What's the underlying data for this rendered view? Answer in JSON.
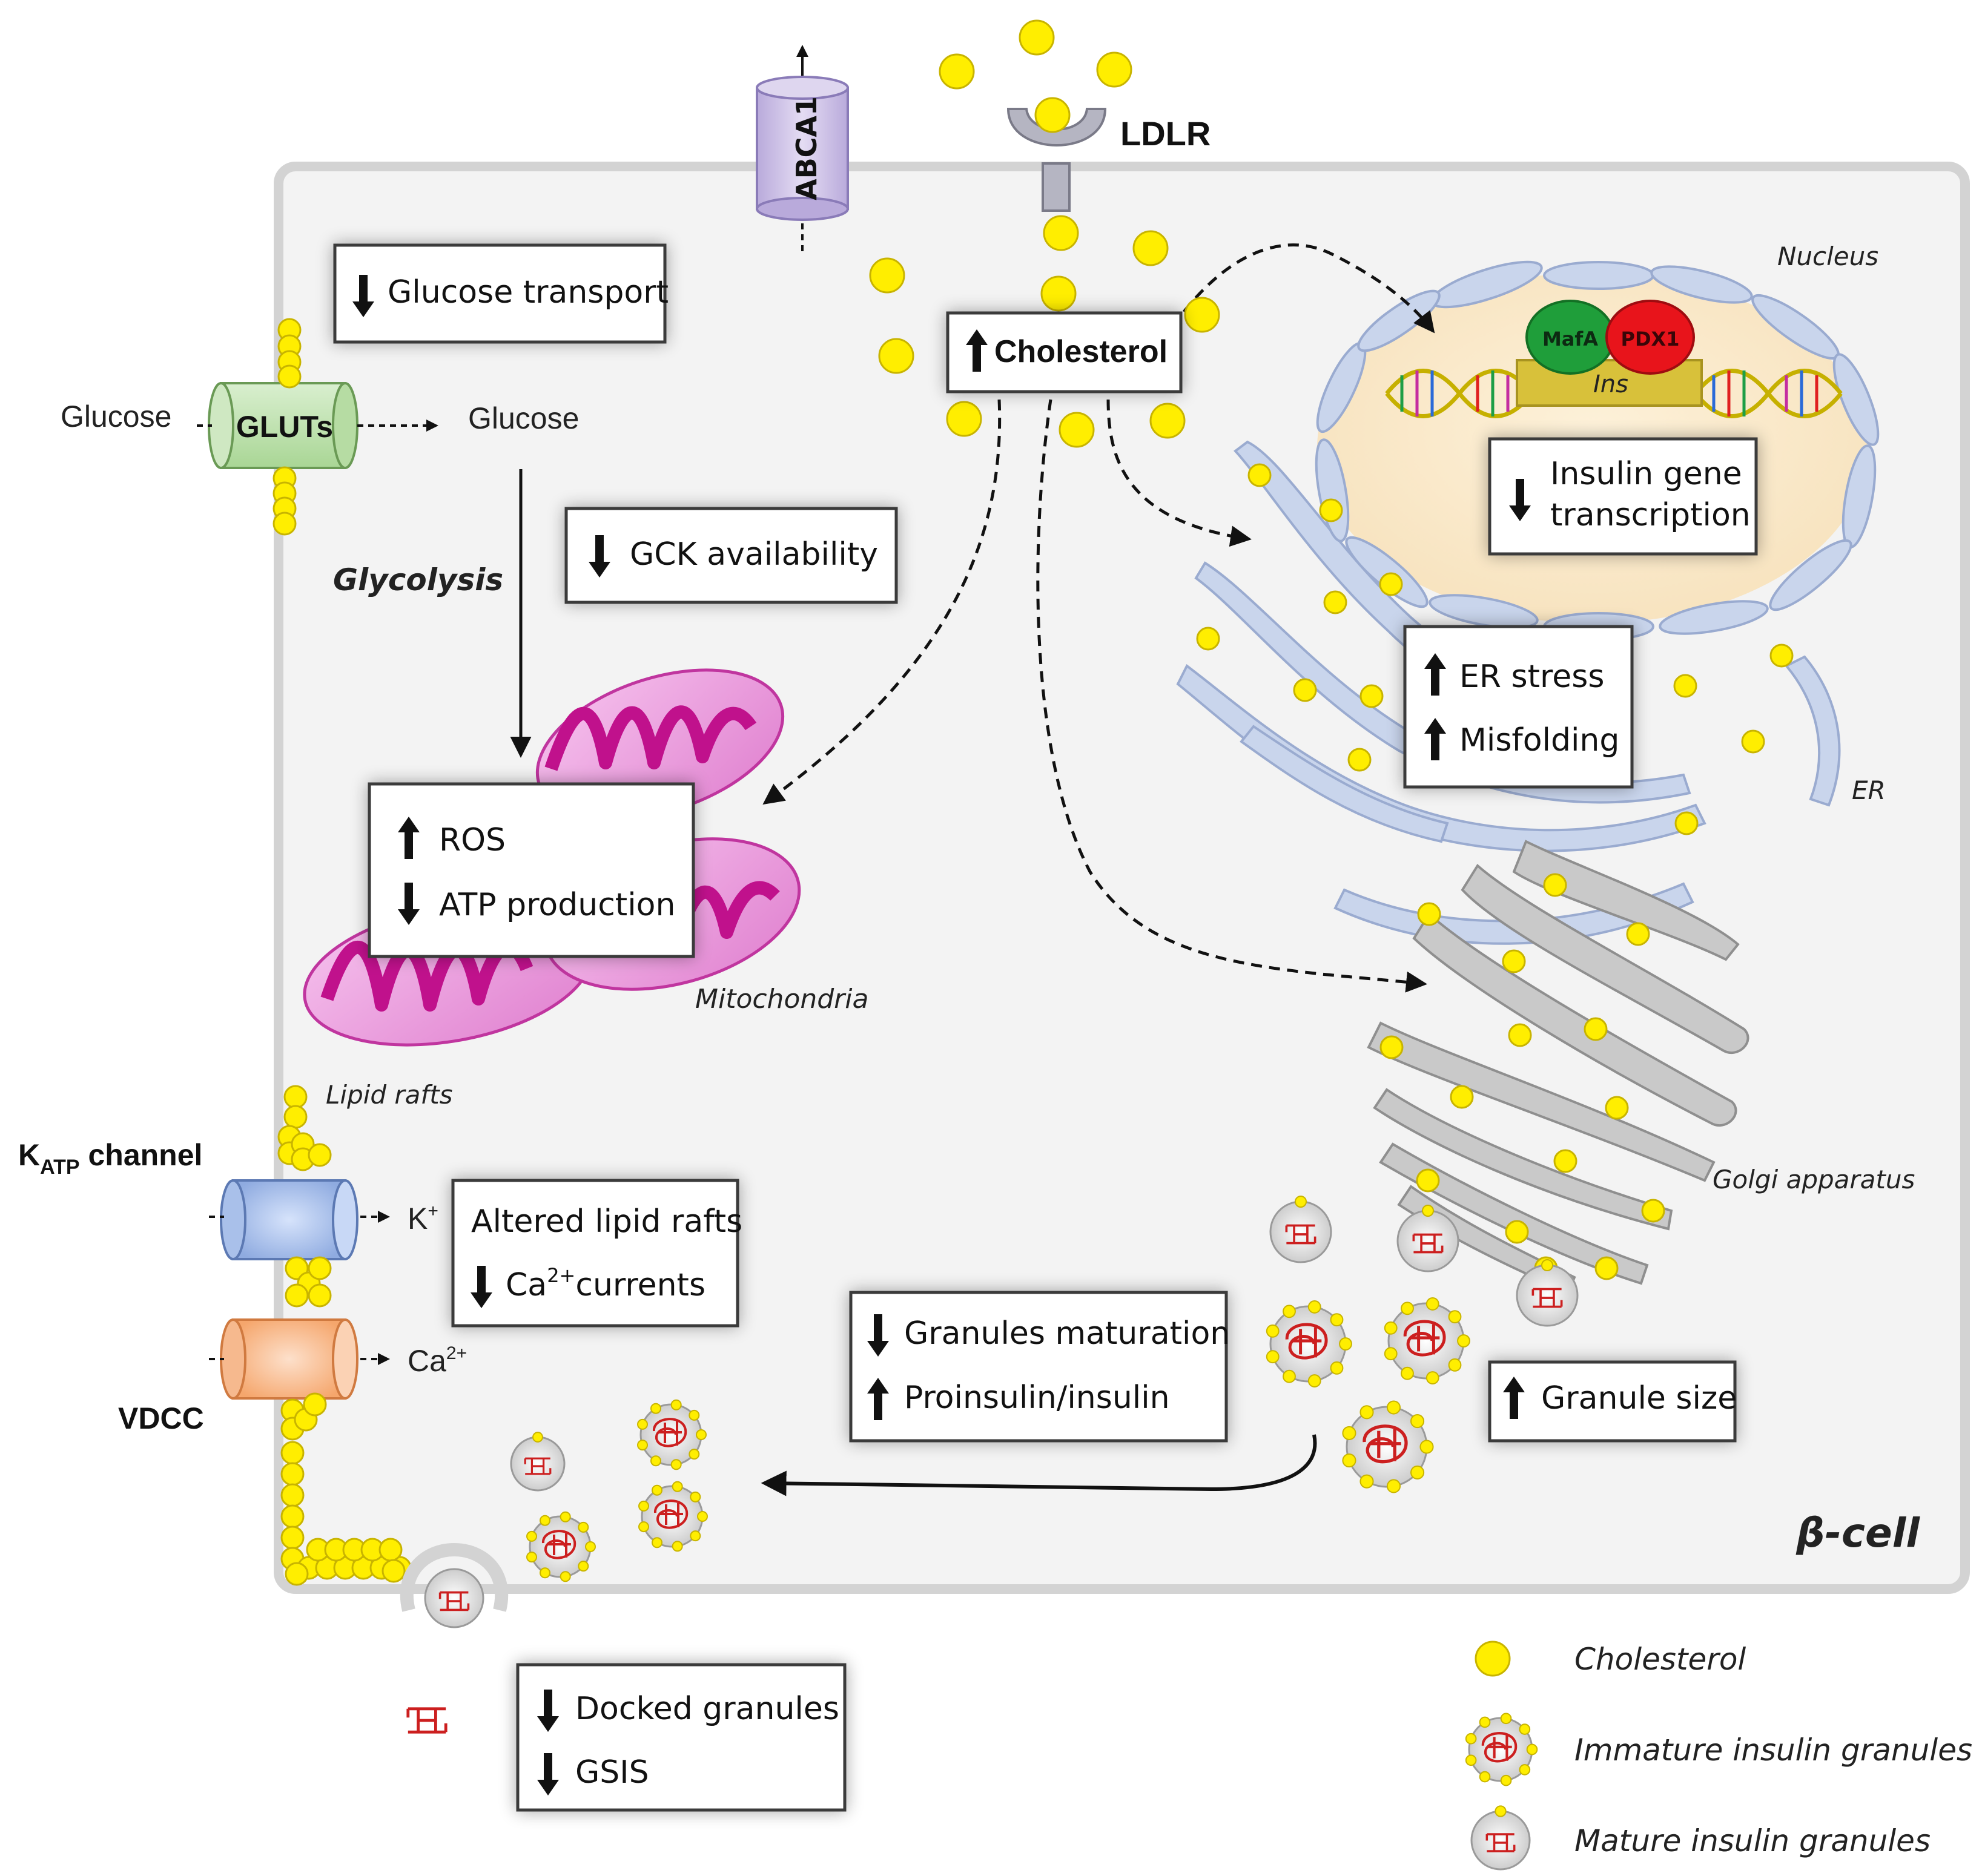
{
  "cell_label": "β-cell",
  "transporters": {
    "abca1": "ABCA1",
    "ldlr": "LDLR",
    "gluts": "GLUTs",
    "katp_main": "K",
    "katp_sub": "ATP",
    "katp_suffix": " channel",
    "vdcc": "VDCC"
  },
  "ions": {
    "k": "K",
    "k_sup": "+",
    "ca": "Ca",
    "ca_sup": "2+"
  },
  "glucose": {
    "outside": "Glucose",
    "inside": "Glucose",
    "pathway": "Glycolysis"
  },
  "organelles": {
    "nucleus": "Nucleus",
    "er": "ER",
    "mitochondria": "Mitochondria",
    "golgi": "Golgi apparatus",
    "lipid_rafts": "Lipid rafts",
    "mafa": "MafA",
    "pdx1": "PDX1",
    "ins": "Ins"
  },
  "boxes": {
    "cholesterol": "Cholesterol",
    "glucose_transport": "Glucose transport",
    "gck": "GCK availability",
    "ros": "ROS",
    "atp": "ATP production",
    "insulin_gene_1": "Insulin gene",
    "insulin_gene_2": "transcription",
    "er_stress": "ER stress",
    "misfolding": "Misfolding",
    "lipid_rafts_altered": "Altered lipid rafts",
    "ca_currents_pre": "Ca",
    "ca_currents_sup": "2+",
    "ca_currents_post": "currents",
    "granules_maturation": "Granules maturation",
    "proinsulin": "Proinsulin/insulin",
    "granule_size": "Granule size",
    "docked": "Docked granules",
    "gsis": "GSIS"
  },
  "legend": {
    "cholesterol": "Cholesterol",
    "immature": "Immature insulin granules",
    "mature": "Mature insulin granules"
  },
  "colors": {
    "cholesterol": "#ffee00",
    "membrane": "#dcdcdc",
    "cytoplasm": "#f3f3f3",
    "nucleus": "#fbeacb",
    "er": "#c9d5ec",
    "golgi": "#c9c9c9",
    "mitochondria": "#e88ad6",
    "mafa": "#1f9e3a",
    "pdx1": "#e8141b",
    "insulin_red": "#cc1f1f",
    "katp": "#9fb8e6",
    "vdcc": "#f9b98a",
    "gluts": "#bfe0b0",
    "abca1": "#cbbfe3"
  },
  "icons": [
    "arrow-up-icon",
    "arrow-down-icon",
    "dna-icon",
    "insulin-icon"
  ]
}
